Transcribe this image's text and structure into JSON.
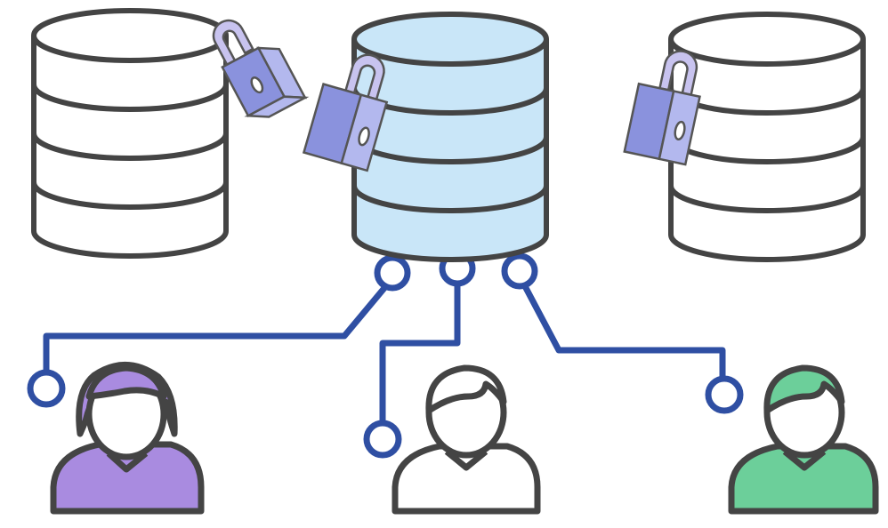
{
  "diagram": {
    "databases": [
      {
        "id": "db-left",
        "fill": "#ffffff",
        "stroke": "#444444",
        "highlighted": false
      },
      {
        "id": "db-center",
        "fill": "#c9e6f8",
        "stroke": "#444444",
        "highlighted": true
      },
      {
        "id": "db-right",
        "fill": "#ffffff",
        "stroke": "#444444",
        "highlighted": false
      }
    ],
    "locks": [
      {
        "attached_to": "db-left",
        "icon": "padlock-icon",
        "state": "open"
      },
      {
        "attached_to": "db-center",
        "icon": "padlock-icon",
        "state": "open"
      },
      {
        "attached_to": "db-right",
        "icon": "padlock-icon",
        "state": "open"
      }
    ],
    "users": [
      {
        "id": "user-left",
        "icon": "female-user-icon",
        "color": "#a98be0"
      },
      {
        "id": "user-center",
        "icon": "male-user-icon",
        "color": "#ffffff"
      },
      {
        "id": "user-right",
        "icon": "male-user-icon",
        "color": "#6ccf9a"
      }
    ],
    "connectors": [
      {
        "from": "db-center",
        "to": "user-left"
      },
      {
        "from": "db-center",
        "to": "user-center"
      },
      {
        "from": "db-center",
        "to": "user-right"
      }
    ],
    "colors": {
      "connector": "#2f4fa3",
      "outline": "#444444",
      "lock_body": "#8a92dd",
      "lock_side": "#b3b8ee",
      "shackle": "#c8c3ef"
    }
  }
}
